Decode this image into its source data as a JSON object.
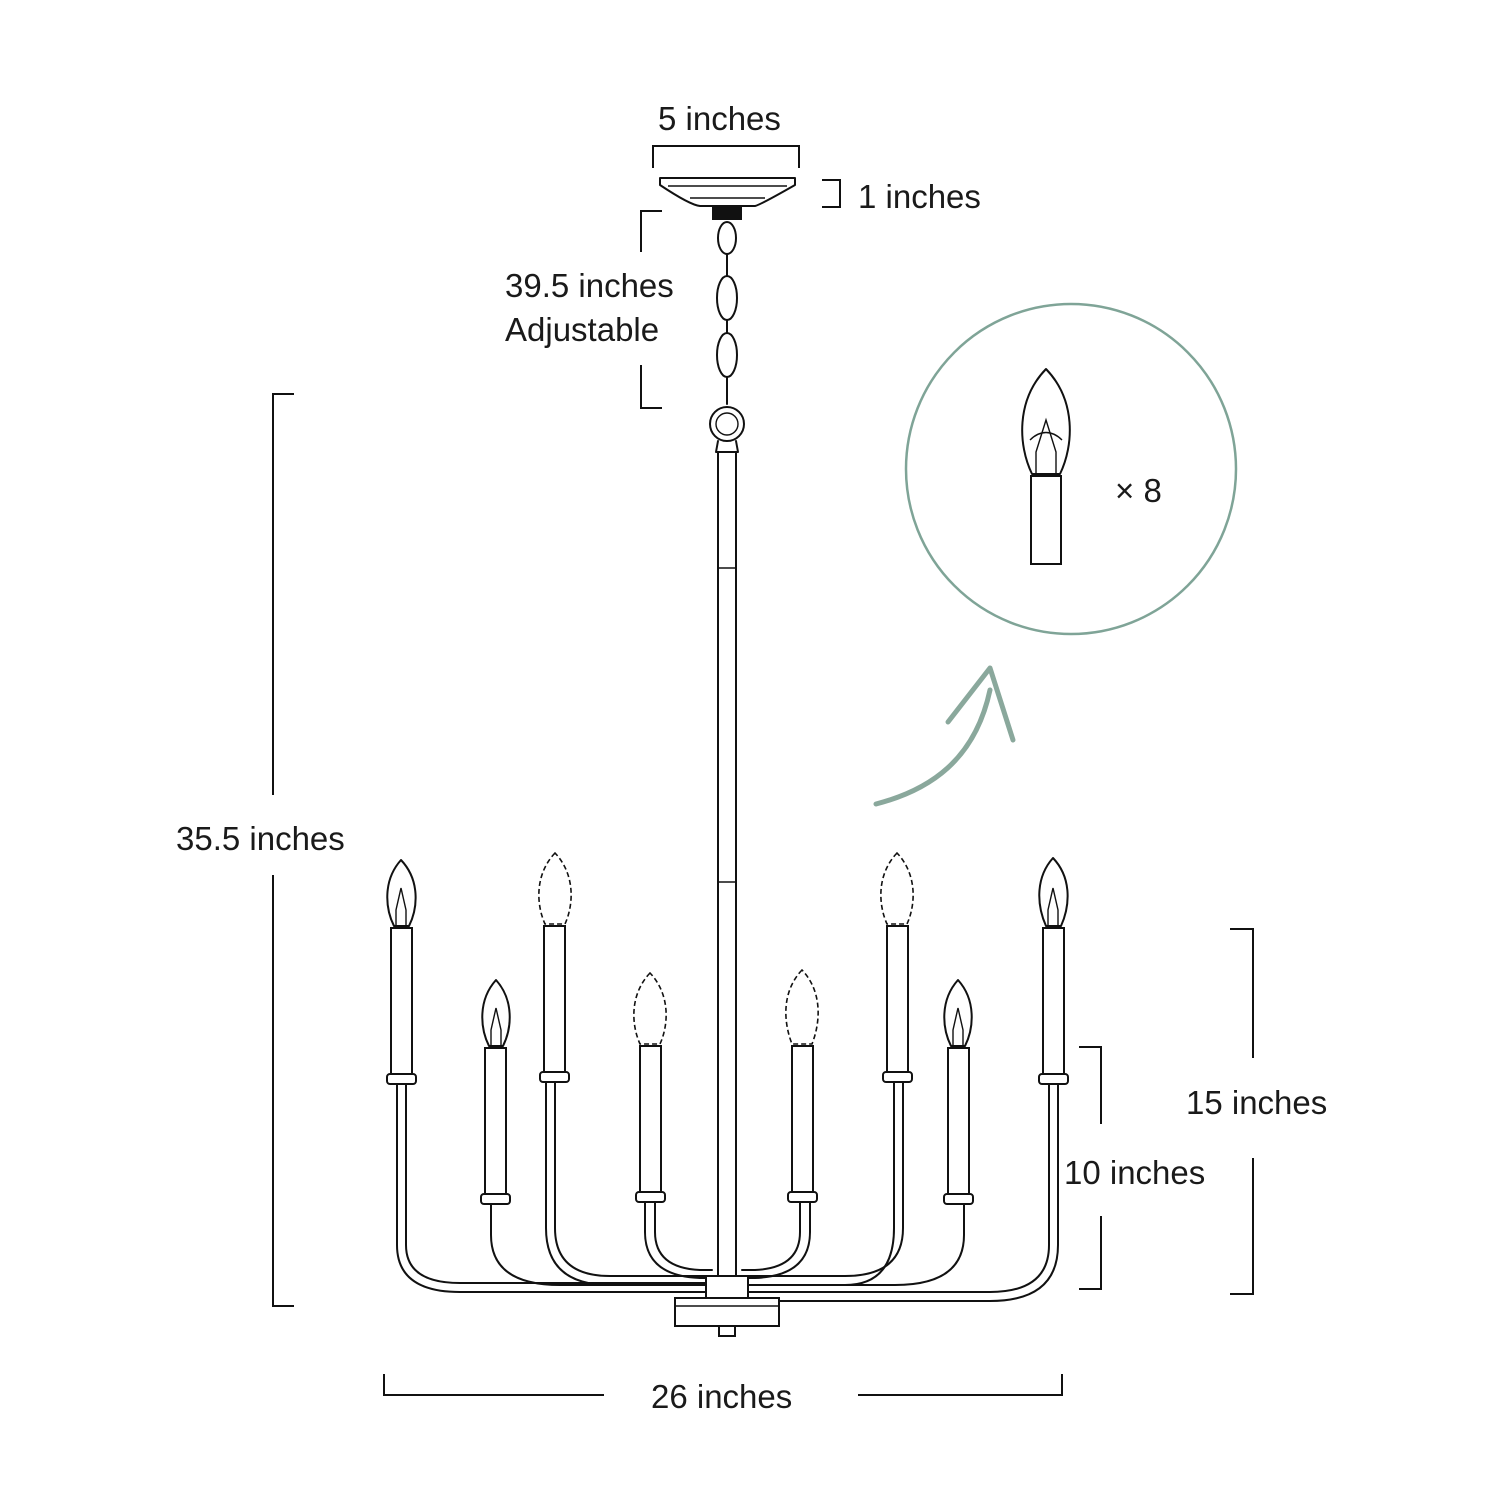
{
  "dimensions": {
    "canopy_width": "5 inches",
    "canopy_height": "1 inches",
    "chain_length_line1": "39.5 inches",
    "chain_length_line2": "Adjustable",
    "total_height": "35.5 inches",
    "width": "26 inches",
    "outer_arm_height": "15 inches",
    "inner_arm_height": "10 inches"
  },
  "bulb_callout": {
    "quantity_label": "× 8",
    "circle_color": "#7fa497",
    "arrow_color": "#8aa89c"
  },
  "fixture": {
    "arm_count": 8,
    "line_color": "#111111"
  }
}
